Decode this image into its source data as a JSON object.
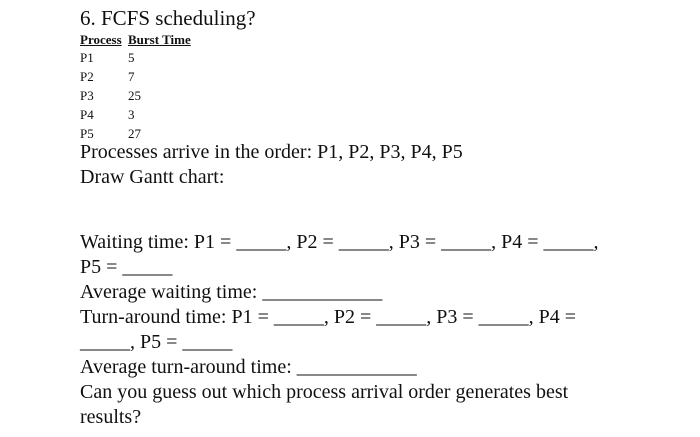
{
  "document": {
    "background_color": "#ffffff",
    "text_color": "#101010",
    "title": "6. FCFS scheduling?",
    "table": {
      "col_process": "Process",
      "col_burst": "Burst Time",
      "rows": [
        {
          "process": "P1",
          "burst": "5"
        },
        {
          "process": "P2",
          "burst": "7"
        },
        {
          "process": "P3",
          "burst": "25"
        },
        {
          "process": "P4",
          "burst": "3"
        },
        {
          "process": "P5",
          "burst": "27"
        }
      ]
    },
    "arrival_order_line": "Processes arrive in the order: P1, P2, P3, P4, P5",
    "gantt_prompt": "Draw Gantt chart:",
    "question_lines": [
      "Waiting time: P1 = _____, P2 = _____, P3 = _____, P4 = _____,",
      "P5 = _____",
      "Average waiting time: ____________",
      "Turn-around time: P1 = _____, P2 = _____, P3 = _____, P4 =",
      "_____, P5 = _____",
      "Average turn-around time: ____________",
      "Can you guess out which process arrival order generates best",
      "results?"
    ]
  }
}
